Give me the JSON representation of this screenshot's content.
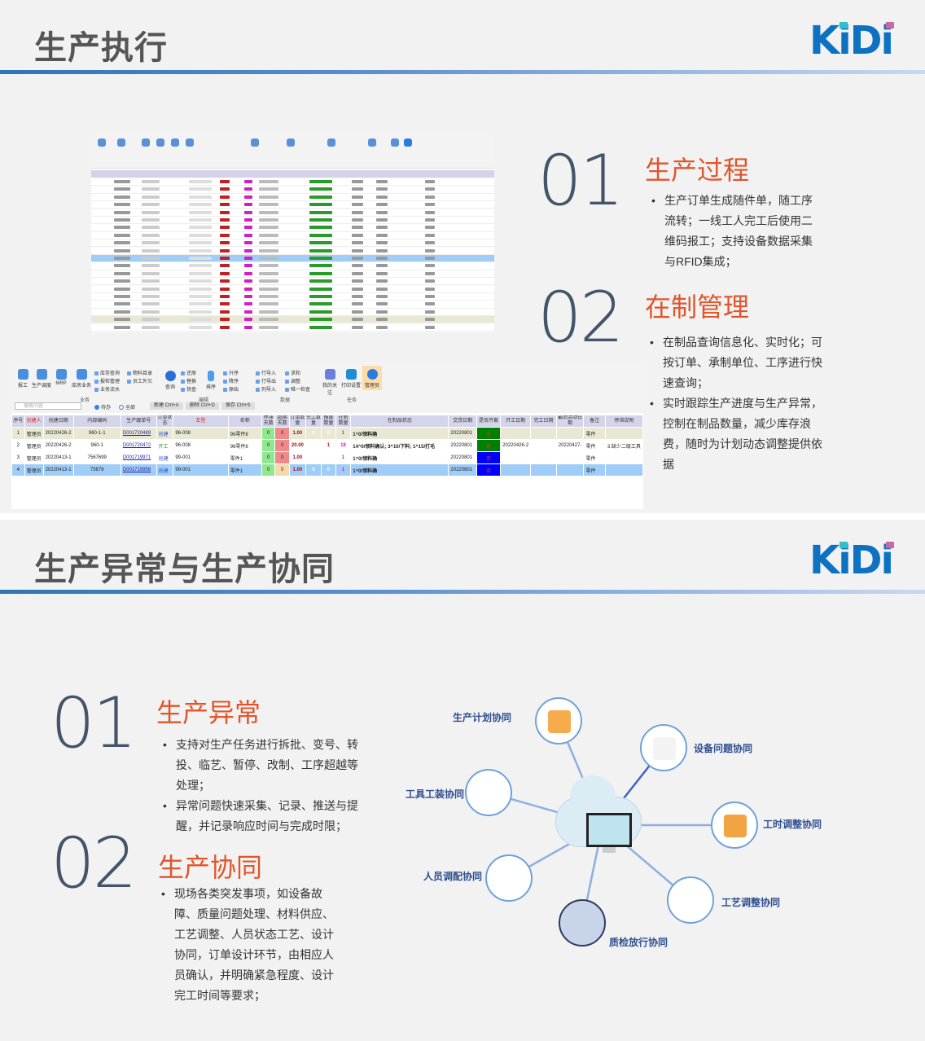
{
  "logo": "KiDi",
  "slide1": {
    "title": "生产执行",
    "sections": [
      {
        "num": "01",
        "heading": "生产过程",
        "bullets": [
          "生产订单生成随件单，随工序流转；一线工人完工后使用二维码报工；支持设备数据采集与RFID集成；"
        ]
      },
      {
        "num": "02",
        "heading": "在制管理",
        "bullets": [
          "在制品查询信息化、实时化；可按订单、承制单位、工序进行快速查询；",
          "实时跟踪生产进度与生产异常，控制在制品数量，减少库存浪费，随时为计划动态调整提供依据"
        ]
      }
    ],
    "erp": {
      "toolbar": {
        "buttons": [
          "报工",
          "生产调度",
          "MRP",
          "库房业务"
        ],
        "small1": [
          "库存查询",
          "报检管理",
          "业务流水"
        ],
        "small2": [
          "物料目录",
          "员工外欠"
        ],
        "query": "查询",
        "edit": [
          "还原",
          "替换",
          "快查"
        ],
        "sort": "排序",
        "sort_small": [
          "升序",
          "降序",
          "原始"
        ],
        "data1": [
          "行导入",
          "行导出",
          "列导入"
        ],
        "data2": [
          "求和",
          "调整",
          "唯一检查"
        ],
        "task": [
          "我的关注",
          "打印设置",
          "管理员"
        ],
        "groups": [
          "业务",
          "编辑",
          "数据",
          "任务"
        ]
      },
      "search_placeholder": "搜索内容",
      "radio": [
        "待办",
        "全部"
      ],
      "actions": [
        "新建 Ctrl+A",
        "删除 Ctrl+D",
        "保存 Ctrl+S"
      ],
      "columns": [
        "序号",
        "创建人",
        "创建日期",
        "内部编码",
        "生产跟单号",
        "订单状态",
        "车型",
        "名称",
        "停滞天数",
        "超期天数",
        "订单数量",
        "完工数量",
        "报废数量",
        "在制数量",
        "在制品状态",
        "交货日期",
        "是否齐套",
        "开工日期",
        "完工日期",
        "最后活动日期",
        "备注",
        "停滞说明"
      ],
      "rows": [
        [
          "1",
          "管理员",
          "20220426-2",
          "960-1-1",
          "D001720489",
          "创建",
          "96-008",
          "96零件8",
          "0",
          "0",
          "1.00",
          "0",
          "0",
          "1",
          "1^0/领料确",
          "20220801",
          "是",
          "",
          "",
          "",
          "零件",
          ""
        ],
        [
          "2",
          "管理员",
          "20220426-2",
          "960-1",
          "D001720472",
          "开工",
          "96-008",
          "96零件8",
          "0",
          "0",
          "20.00",
          "",
          "1",
          "18",
          "14^0/领料确认; 3^10/下料; 1^15/打毛",
          "20220801",
          "是",
          "20220426-2",
          "",
          "20220427-",
          "零件",
          "3.缺少二级工具"
        ],
        [
          "3",
          "管理员",
          "20220413-1",
          "7567699",
          "D001719971",
          "创建",
          "99-001",
          "零件1",
          "0",
          "0",
          "1.00",
          "",
          "",
          "1",
          "1^0/领料确",
          "20220801",
          "否",
          "",
          "",
          "",
          "零件",
          ""
        ],
        [
          "4",
          "管理员",
          "20220413-1",
          "75676",
          "D001719956",
          "创建",
          "99-001",
          "零件1",
          "0",
          "0",
          "1.00",
          "0",
          "0",
          "1",
          "1^0/领料确",
          "20220801",
          "否",
          "",
          "",
          "",
          "零件",
          ""
        ]
      ],
      "selected_row": 4
    }
  },
  "slide2": {
    "title": "生产异常与生产协同",
    "sections": [
      {
        "num": "01",
        "heading": "生产异常",
        "bullets": [
          "支持对生产任务进行拆批、变号、转投、临艺、暂停、改制、工序超越等处理；",
          "异常问题快速采集、记录、推送与提醒，并记录响应时间与完成时限；"
        ]
      },
      {
        "num": "02",
        "heading": "生产协同",
        "bullets": [
          "现场各类突发事项，如设备故障、质量问题处理、材料供应、工艺调整、人员状态工艺、设计协同，订单设计环节，由相应人员确认，并明确紧急程度、设计完工时间等要求；"
        ]
      }
    ],
    "diagram": {
      "nodes": [
        {
          "label": "生产计划协同",
          "icon": "checklist-icon"
        },
        {
          "label": "设备问题协同",
          "icon": "machine-worker-icon"
        },
        {
          "label": "工具工装协同",
          "icon": "tools-icon"
        },
        {
          "label": "工时调整协同",
          "icon": "barcode-scanner-icon"
        },
        {
          "label": "人员调配协同",
          "icon": "worker-boxes-icon"
        },
        {
          "label": "工艺调整协同",
          "icon": "process-gear-icon"
        },
        {
          "label": "质检放行协同",
          "icon": "inspection-magnifier-icon"
        }
      ]
    }
  },
  "colors": {
    "accent": "#e0562c",
    "number": "#44546a",
    "brand": "#0e72c2",
    "title": "#555555",
    "link": "#2f4f8f"
  }
}
